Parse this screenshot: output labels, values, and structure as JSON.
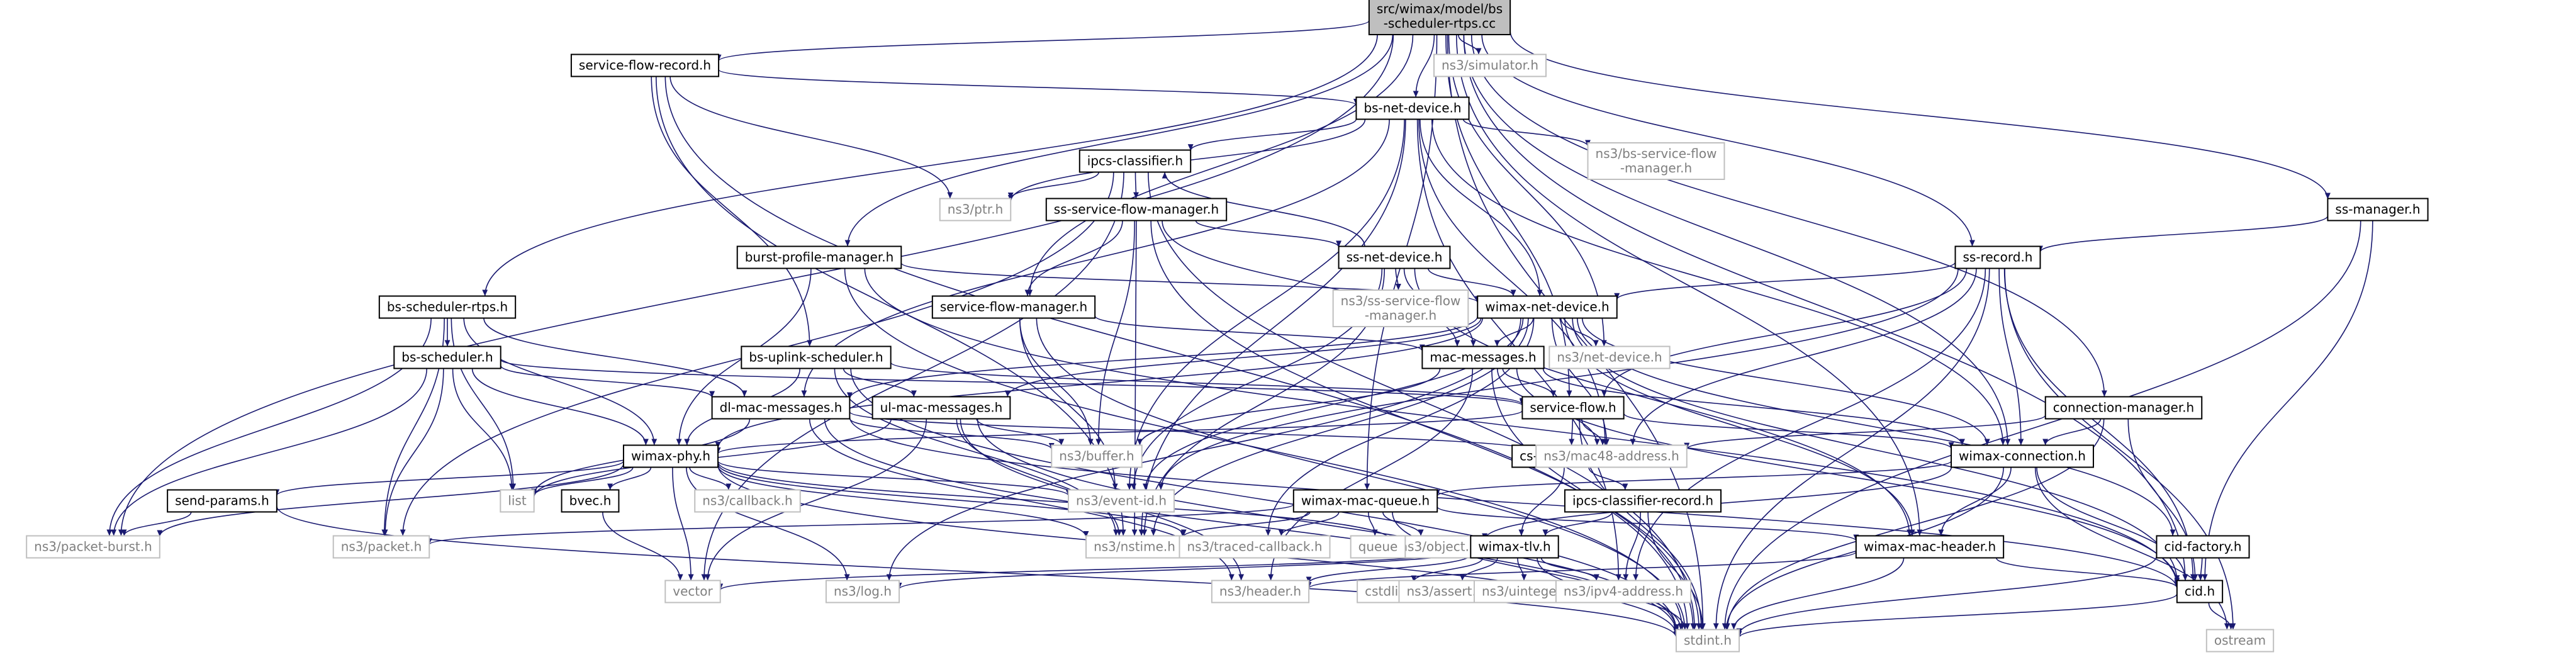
{
  "colors": {
    "edge": "#191970",
    "root_fill": "#bfbfbf",
    "root_border": "#000000",
    "node_fill": "#ffffff",
    "node_border": "#000000",
    "external_border": "#bfbfbf",
    "external_text": "#7f7f7f",
    "text": "#000000"
  },
  "nodes": [
    {
      "id": "root",
      "label": "src/wimax/model/bs\n-scheduler-rtps.cc",
      "style": "root"
    },
    {
      "id": "sflow_record_h",
      "label": "service-flow-record.h",
      "style": "normal"
    },
    {
      "id": "simulator",
      "label": "ns3/simulator.h",
      "style": "external"
    },
    {
      "id": "bs_net_device_h",
      "label": "bs-net-device.h",
      "style": "normal"
    },
    {
      "id": "ipcs_classifier_h",
      "label": "ipcs-classifier.h",
      "style": "normal"
    },
    {
      "id": "bs_sfm",
      "label": "ns3/bs-service-flow\n-manager.h",
      "style": "external"
    },
    {
      "id": "ptr",
      "label": "ns3/ptr.h",
      "style": "external"
    },
    {
      "id": "ss_sfm_h",
      "label": "ss-service-flow-manager.h",
      "style": "normal"
    },
    {
      "id": "burst_profile_h",
      "label": "burst-profile-manager.h",
      "style": "normal"
    },
    {
      "id": "ss_net_device_h",
      "label": "ss-net-device.h",
      "style": "normal"
    },
    {
      "id": "ns3_ss_sfm",
      "label": "ns3/ss-service-flow\n-manager.h",
      "style": "external"
    },
    {
      "id": "ss_manager_h",
      "label": "ss-manager.h",
      "style": "normal"
    },
    {
      "id": "ss_record_h",
      "label": "ss-record.h",
      "style": "normal"
    },
    {
      "id": "bs_sched_rtps_h",
      "label": "bs-scheduler-rtps.h",
      "style": "normal"
    },
    {
      "id": "sfm_h",
      "label": "service-flow-manager.h",
      "style": "normal"
    },
    {
      "id": "wimax_net_device_h",
      "label": "wimax-net-device.h",
      "style": "normal"
    },
    {
      "id": "bs_scheduler_h",
      "label": "bs-scheduler.h",
      "style": "normal"
    },
    {
      "id": "bs_uplink_h",
      "label": "bs-uplink-scheduler.h",
      "style": "normal"
    },
    {
      "id": "mac_messages_h",
      "label": "mac-messages.h",
      "style": "normal"
    },
    {
      "id": "ns3_net_device",
      "label": "ns3/net-device.h",
      "style": "external"
    },
    {
      "id": "ul_mac_h",
      "label": "ul-mac-messages.h",
      "style": "normal"
    },
    {
      "id": "dl_mac_h",
      "label": "dl-mac-messages.h",
      "style": "normal"
    },
    {
      "id": "service_flow_h",
      "label": "service-flow.h",
      "style": "normal"
    },
    {
      "id": "connection_manager_h",
      "label": "connection-manager.h",
      "style": "normal"
    },
    {
      "id": "wimax_phy_h",
      "label": "wimax-phy.h",
      "style": "normal"
    },
    {
      "id": "buffer",
      "label": "ns3/buffer.h",
      "style": "external"
    },
    {
      "id": "cs_parameters_h",
      "label": "cs-parameters.h",
      "style": "normal"
    },
    {
      "id": "mac48",
      "label": "ns3/mac48-address.h",
      "style": "external"
    },
    {
      "id": "wimax_connection_h",
      "label": "wimax-connection.h",
      "style": "normal"
    },
    {
      "id": "list",
      "label": "list",
      "style": "external"
    },
    {
      "id": "callback",
      "label": "ns3/callback.h",
      "style": "external"
    },
    {
      "id": "event_id",
      "label": "ns3/event-id.h",
      "style": "external"
    },
    {
      "id": "send_params_h",
      "label": "send-params.h",
      "style": "normal"
    },
    {
      "id": "bvec_h",
      "label": "bvec.h",
      "style": "normal"
    },
    {
      "id": "ipcs_classifier_record_h",
      "label": "ipcs-classifier-record.h",
      "style": "normal"
    },
    {
      "id": "wimax_mac_queue_h",
      "label": "wimax-mac-queue.h",
      "style": "normal"
    },
    {
      "id": "object",
      "label": "ns3/object.h",
      "style": "external"
    },
    {
      "id": "packet_burst",
      "label": "ns3/packet-burst.h",
      "style": "external"
    },
    {
      "id": "packet",
      "label": "ns3/packet.h",
      "style": "external"
    },
    {
      "id": "nstime",
      "label": "ns3/nstime.h",
      "style": "external"
    },
    {
      "id": "traced_callback",
      "label": "ns3/traced-callback.h",
      "style": "external"
    },
    {
      "id": "queue",
      "label": "queue",
      "style": "external"
    },
    {
      "id": "wimax_tlv_h",
      "label": "wimax-tlv.h",
      "style": "normal"
    },
    {
      "id": "wimax_mac_header_h",
      "label": "wimax-mac-header.h",
      "style": "normal"
    },
    {
      "id": "cid_factory_h",
      "label": "cid-factory.h",
      "style": "normal"
    },
    {
      "id": "vector",
      "label": "vector",
      "style": "external"
    },
    {
      "id": "log",
      "label": "ns3/log.h",
      "style": "external"
    },
    {
      "id": "header",
      "label": "ns3/header.h",
      "style": "external"
    },
    {
      "id": "cstdlib",
      "label": "cstdlib",
      "style": "external"
    },
    {
      "id": "assert",
      "label": "ns3/assert.h",
      "style": "external"
    },
    {
      "id": "uinteger",
      "label": "ns3/uinteger.h",
      "style": "external"
    },
    {
      "id": "ipv4",
      "label": "ns3/ipv4-address.h",
      "style": "external"
    },
    {
      "id": "cid_h",
      "label": "cid.h",
      "style": "normal"
    },
    {
      "id": "stdint",
      "label": "stdint.h",
      "style": "external"
    },
    {
      "id": "ostream",
      "label": "ostream",
      "style": "external"
    }
  ],
  "edges": [
    [
      "root",
      "sflow_record_h"
    ],
    [
      "root",
      "simulator"
    ],
    [
      "root",
      "bs_net_device_h"
    ],
    [
      "root",
      "burst_profile_h"
    ],
    [
      "root",
      "ss_manager_h"
    ],
    [
      "root",
      "ss_record_h"
    ],
    [
      "root",
      "bs_sched_rtps_h"
    ],
    [
      "root",
      "sfm_h"
    ],
    [
      "root",
      "service_flow_h"
    ],
    [
      "root",
      "connection_manager_h"
    ],
    [
      "root",
      "wimax_connection_h"
    ],
    [
      "root",
      "wimax_mac_queue_h"
    ],
    [
      "root",
      "wimax_mac_header_h"
    ],
    [
      "root",
      "cid_h"
    ],
    [
      "root",
      "packet_burst"
    ],
    [
      "root",
      "stdint"
    ],
    [
      "root",
      "ns3_net_device"
    ],
    [
      "sflow_record_h",
      "bs_net_device_h"
    ],
    [
      "sflow_record_h",
      "ptr"
    ],
    [
      "sflow_record_h",
      "stdint"
    ],
    [
      "sflow_record_h",
      "nstime"
    ],
    [
      "sflow_record_h",
      "bs_uplink_h"
    ],
    [
      "bs_net_device_h",
      "ipcs_classifier_h"
    ],
    [
      "bs_net_device_h",
      "bs_sfm"
    ],
    [
      "bs_net_device_h",
      "wimax_net_device_h"
    ],
    [
      "bs_net_device_h",
      "dl_mac_h"
    ],
    [
      "bs_net_device_h",
      "mac48"
    ],
    [
      "bs_net_device_h",
      "event_id"
    ],
    [
      "bs_net_device_h",
      "wimax_connection_h"
    ],
    [
      "bs_net_device_h",
      "ipv4"
    ],
    [
      "bs_net_device_h",
      "ptr"
    ],
    [
      "bs_net_device_h",
      "nstime"
    ],
    [
      "ipcs_classifier_h",
      "ptr"
    ],
    [
      "ipcs_classifier_h",
      "ss_sfm_h"
    ],
    [
      "ipcs_classifier_h",
      "packet"
    ],
    [
      "ipcs_classifier_h",
      "stdint"
    ],
    [
      "ipcs_classifier_h",
      "vector"
    ],
    [
      "ss_sfm_h",
      "sfm_h"
    ],
    [
      "ss_sfm_h",
      "ss_net_device_h"
    ],
    [
      "ss_sfm_h",
      "buffer"
    ],
    [
      "ss_sfm_h",
      "mac_messages_h"
    ],
    [
      "ss_sfm_h",
      "nstime"
    ],
    [
      "ss_sfm_h",
      "stdint"
    ],
    [
      "ss_net_device_h",
      "ns3_ss_sfm"
    ],
    [
      "ss_net_device_h",
      "wimax_net_device_h"
    ],
    [
      "ss_net_device_h",
      "ipcs_classifier_h"
    ],
    [
      "ss_net_device_h",
      "event_id"
    ],
    [
      "ss_net_device_h",
      "nstime"
    ],
    [
      "ss_net_device_h",
      "mac_messages_h"
    ],
    [
      "ss_net_device_h",
      "wimax_mac_header_h"
    ],
    [
      "burst_profile_h",
      "wimax_net_device_h"
    ],
    [
      "burst_profile_h",
      "wimax_phy_h"
    ],
    [
      "burst_profile_h",
      "cid_h"
    ],
    [
      "burst_profile_h",
      "stdint"
    ],
    [
      "ss_manager_h",
      "ss_record_h"
    ],
    [
      "ss_manager_h",
      "cid_h"
    ],
    [
      "ss_manager_h",
      "stdint"
    ],
    [
      "ss_record_h",
      "wimax_net_device_h"
    ],
    [
      "ss_record_h",
      "service_flow_h"
    ],
    [
      "ss_record_h",
      "mac48"
    ],
    [
      "ss_record_h",
      "wimax_connection_h"
    ],
    [
      "ss_record_h",
      "cid_h"
    ],
    [
      "ss_record_h",
      "ostream"
    ],
    [
      "ss_record_h",
      "ipv4"
    ],
    [
      "ss_record_h",
      "stdint"
    ],
    [
      "ss_record_h",
      "event_id"
    ],
    [
      "bs_sched_rtps_h",
      "bs_scheduler_h"
    ],
    [
      "bs_sched_rtps_h",
      "wimax_phy_h"
    ],
    [
      "bs_sched_rtps_h",
      "dl_mac_h"
    ],
    [
      "bs_sched_rtps_h",
      "packet"
    ],
    [
      "bs_sched_rtps_h",
      "list"
    ],
    [
      "bs_sched_rtps_h",
      "packet_burst"
    ],
    [
      "sfm_h",
      "mac_messages_h"
    ],
    [
      "sfm_h",
      "buffer"
    ],
    [
      "sfm_h",
      "event_id"
    ],
    [
      "sfm_h",
      "stdint"
    ],
    [
      "wimax_net_device_h",
      "mac_messages_h"
    ],
    [
      "wimax_net_device_h",
      "ns3_net_device"
    ],
    [
      "wimax_net_device_h",
      "wimax_phy_h"
    ],
    [
      "wimax_net_device_h",
      "ul_mac_h"
    ],
    [
      "wimax_net_device_h",
      "dl_mac_h"
    ],
    [
      "wimax_net_device_h",
      "mac48"
    ],
    [
      "wimax_net_device_h",
      "wimax_connection_h"
    ],
    [
      "wimax_net_device_h",
      "cid_factory_h"
    ],
    [
      "wimax_net_device_h",
      "cid_h"
    ],
    [
      "wimax_net_device_h",
      "traced_callback"
    ],
    [
      "wimax_net_device_h",
      "event_id"
    ],
    [
      "wimax_net_device_h",
      "nstime"
    ],
    [
      "wimax_net_device_h",
      "log"
    ],
    [
      "wimax_net_device_h",
      "wimax_mac_header_h"
    ],
    [
      "bs_scheduler_h",
      "wimax_phy_h"
    ],
    [
      "bs_scheduler_h",
      "dl_mac_h"
    ],
    [
      "bs_scheduler_h",
      "service_flow_h"
    ],
    [
      "bs_scheduler_h",
      "packet"
    ],
    [
      "bs_scheduler_h",
      "list"
    ],
    [
      "bs_scheduler_h",
      "packet_burst"
    ],
    [
      "bs_uplink_h",
      "ul_mac_h"
    ],
    [
      "bs_uplink_h",
      "service_flow_h"
    ],
    [
      "bs_uplink_h",
      "wimax_phy_h"
    ],
    [
      "bs_uplink_h",
      "stdint"
    ],
    [
      "bs_uplink_h",
      "nstime"
    ],
    [
      "mac_messages_h",
      "service_flow_h"
    ],
    [
      "mac_messages_h",
      "mac48"
    ],
    [
      "mac_messages_h",
      "buffer"
    ],
    [
      "mac_messages_h",
      "header"
    ],
    [
      "mac_messages_h",
      "cid_h"
    ],
    [
      "mac_messages_h",
      "stdint"
    ],
    [
      "mac_messages_h",
      "wimax_connection_h"
    ],
    [
      "ul_mac_h",
      "stdint"
    ],
    [
      "ul_mac_h",
      "header"
    ],
    [
      "ul_mac_h",
      "vector"
    ],
    [
      "ul_mac_h",
      "buffer"
    ],
    [
      "ul_mac_h",
      "nstime"
    ],
    [
      "ul_mac_h",
      "list"
    ],
    [
      "dl_mac_h",
      "buffer"
    ],
    [
      "dl_mac_h",
      "mac48"
    ],
    [
      "dl_mac_h",
      "header"
    ],
    [
      "dl_mac_h",
      "cid_h"
    ],
    [
      "dl_mac_h",
      "stdint"
    ],
    [
      "dl_mac_h",
      "list"
    ],
    [
      "service_flow_h",
      "wimax_connection_h"
    ],
    [
      "service_flow_h",
      "cs_parameters_h"
    ],
    [
      "service_flow_h",
      "mac48"
    ],
    [
      "service_flow_h",
      "wimax_phy_h"
    ],
    [
      "service_flow_h",
      "stdint"
    ],
    [
      "connection_manager_h",
      "wimax_connection_h"
    ],
    [
      "connection_manager_h",
      "mac48"
    ],
    [
      "connection_manager_h",
      "cid_h"
    ],
    [
      "connection_manager_h",
      "stdint"
    ],
    [
      "wimax_phy_h",
      "send_params_h"
    ],
    [
      "wimax_phy_h",
      "bvec_h"
    ],
    [
      "wimax_phy_h",
      "callback"
    ],
    [
      "wimax_phy_h",
      "event_id"
    ],
    [
      "wimax_phy_h",
      "list"
    ],
    [
      "wimax_phy_h",
      "nstime"
    ],
    [
      "wimax_phy_h",
      "traced_callback"
    ],
    [
      "wimax_phy_h",
      "object"
    ],
    [
      "wimax_phy_h",
      "vector"
    ],
    [
      "wimax_phy_h",
      "log"
    ],
    [
      "wimax_phy_h",
      "stdint"
    ],
    [
      "wimax_phy_h",
      "packet_burst"
    ],
    [
      "cs_parameters_h",
      "ipcs_classifier_record_h"
    ],
    [
      "cs_parameters_h",
      "wimax_tlv_h"
    ],
    [
      "wimax_connection_h",
      "wimax_mac_queue_h"
    ],
    [
      "wimax_connection_h",
      "cid_h"
    ],
    [
      "wimax_connection_h",
      "object"
    ],
    [
      "wimax_connection_h",
      "stdint"
    ],
    [
      "wimax_connection_h",
      "wimax_mac_header_h"
    ],
    [
      "wimax_connection_h",
      "ostream"
    ],
    [
      "send_params_h",
      "packet_burst"
    ],
    [
      "send_params_h",
      "stdint"
    ],
    [
      "bvec_h",
      "vector"
    ],
    [
      "ipcs_classifier_record_h",
      "wimax_tlv_h"
    ],
    [
      "ipcs_classifier_record_h",
      "ipv4"
    ],
    [
      "ipcs_classifier_record_h",
      "stdint"
    ],
    [
      "wimax_mac_queue_h",
      "wimax_mac_header_h"
    ],
    [
      "wimax_mac_queue_h",
      "packet"
    ],
    [
      "wimax_mac_queue_h",
      "queue"
    ],
    [
      "wimax_mac_queue_h",
      "object"
    ],
    [
      "wimax_mac_queue_h",
      "nstime"
    ],
    [
      "wimax_mac_queue_h",
      "traced_callback"
    ],
    [
      "wimax_mac_queue_h",
      "stdint"
    ],
    [
      "wimax_tlv_h",
      "vector"
    ],
    [
      "wimax_tlv_h",
      "log"
    ],
    [
      "wimax_tlv_h",
      "header"
    ],
    [
      "wimax_tlv_h",
      "cstdlib"
    ],
    [
      "wimax_tlv_h",
      "assert"
    ],
    [
      "wimax_tlv_h",
      "uinteger"
    ],
    [
      "wimax_tlv_h",
      "ipv4"
    ],
    [
      "wimax_tlv_h",
      "stdint"
    ],
    [
      "wimax_mac_header_h",
      "header"
    ],
    [
      "wimax_mac_header_h",
      "cid_h"
    ],
    [
      "wimax_mac_header_h",
      "stdint"
    ],
    [
      "cid_factory_h",
      "cid_h"
    ],
    [
      "cid_factory_h",
      "stdint"
    ],
    [
      "cid_h",
      "stdint"
    ],
    [
      "cid_h",
      "ostream"
    ]
  ]
}
